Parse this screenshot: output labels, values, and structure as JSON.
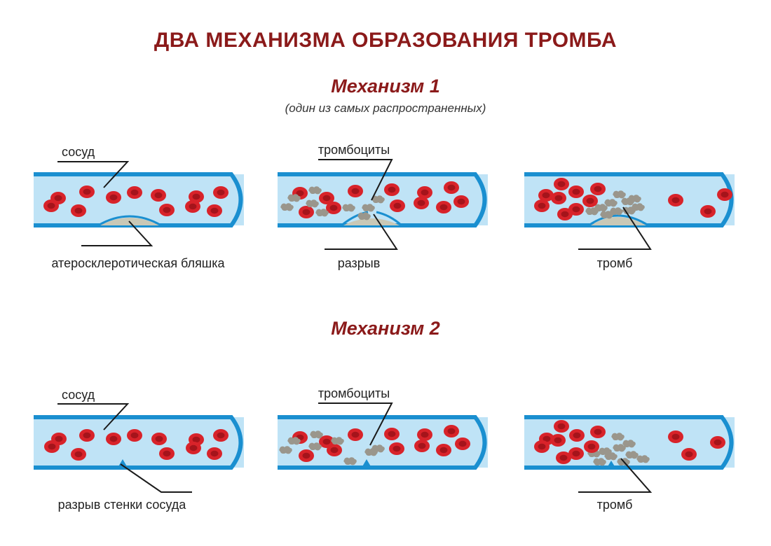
{
  "title": "ДВА МЕХАНИЗМА ОБРАЗОВАНИЯ ТРОМБА",
  "mechanism1": {
    "heading": "Механизм 1",
    "note": "(один из самых распространенных)",
    "labels": {
      "vessel": "сосуд",
      "plaque": "атеросклеротическая бляшка",
      "platelets": "тромбоциты",
      "rupture": "разрыв",
      "thrombus": "тромб"
    }
  },
  "mechanism2": {
    "heading": "Механизм 2",
    "labels": {
      "vessel": "сосуд",
      "wall_rupture": "разрыв стенки сосуда",
      "platelets": "тромбоциты",
      "thrombus": "тромб"
    }
  },
  "colors": {
    "title": "#8b1a1a",
    "vessel_wall": "#1a8fd0",
    "vessel_lumen": "#bfe3f6",
    "red_cell": "#d8232a",
    "red_cell_core": "#a5141b",
    "platelet": "#9a968c",
    "plaque": "#c9c8b6"
  }
}
